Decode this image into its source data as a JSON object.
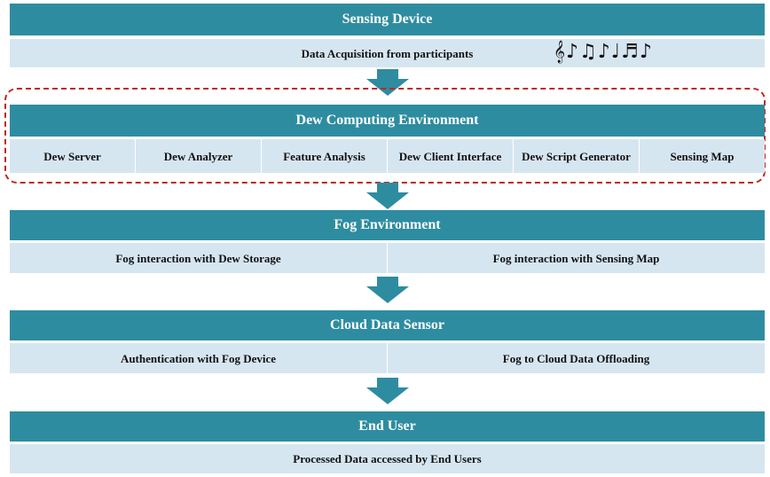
{
  "layers": [
    {
      "title": "Sensing Device",
      "items": [
        "Data Acquisition from participants"
      ]
    },
    {
      "title": "Dew Computing Environment",
      "items": [
        "Dew Server",
        "Dew Analyzer",
        "Feature Analysis",
        "Dew Client Interface",
        "Dew Script Generator",
        "Sensing Map"
      ]
    },
    {
      "title": "Fog Environment",
      "items": [
        "Fog interaction with Dew Storage",
        "Fog interaction with Sensing Map"
      ]
    },
    {
      "title": "Cloud Data Sensor",
      "items": [
        "Authentication with Fog Device",
        "Fog to Cloud Data Offloading"
      ]
    },
    {
      "title": "End User",
      "items": [
        "Processed Data accessed by End Users"
      ]
    }
  ],
  "music_icon": "music-notes-icon",
  "colors": {
    "header": "#2e8ca0",
    "subrow": "#d6e6f1",
    "dashed_border": "#c0271f",
    "arrow": "#2e8ca0"
  }
}
